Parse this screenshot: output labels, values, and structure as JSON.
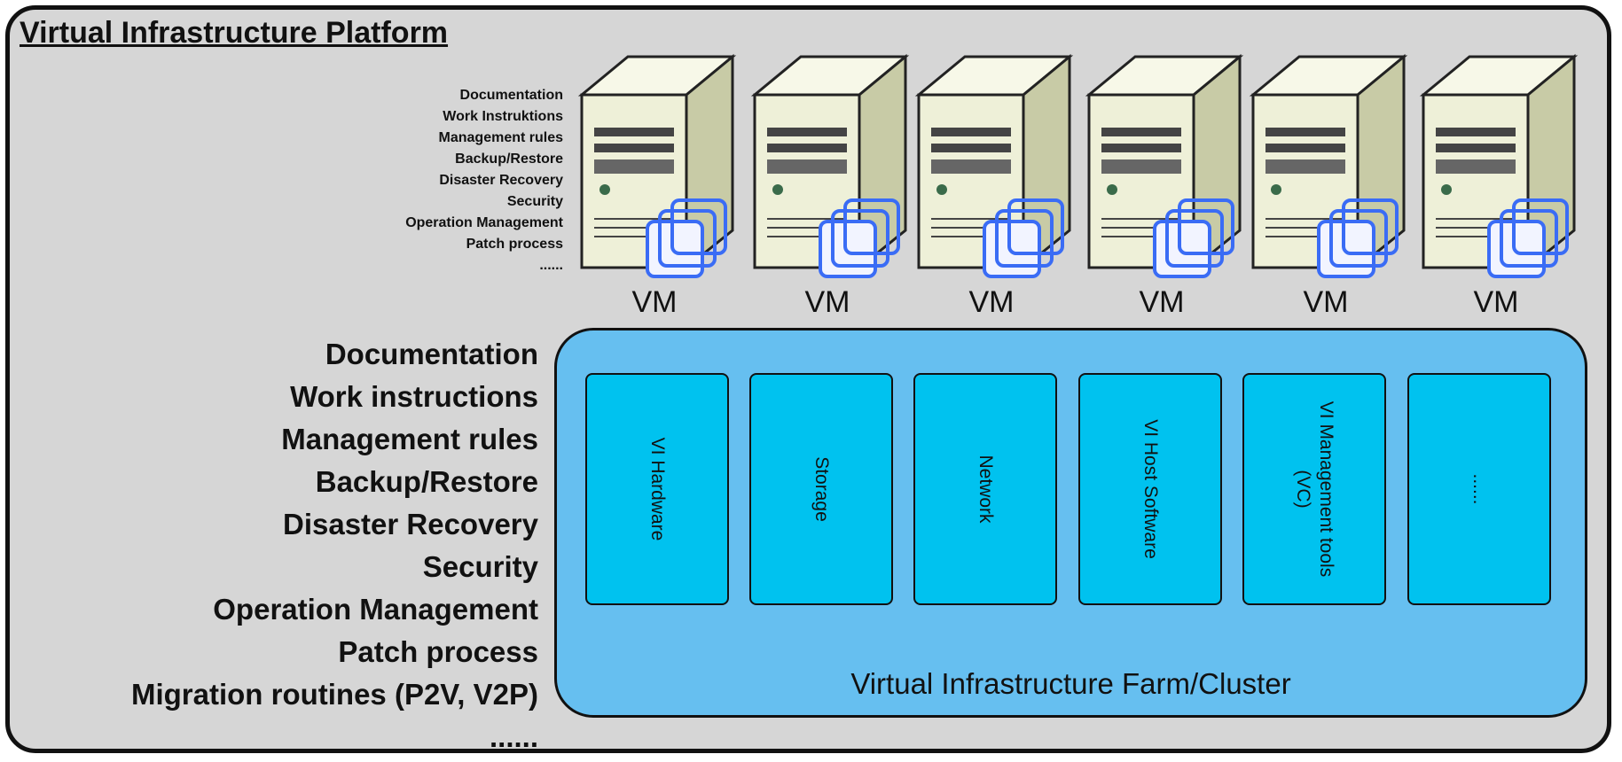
{
  "title": "Virtual Infrastructure Platform",
  "vm_processes": [
    "Documentation",
    "Work Instruktions",
    "Management rules",
    "Backup/Restore",
    "Disaster Recovery",
    "Security",
    "Operation Management",
    "Patch process",
    "......"
  ],
  "platform_processes": [
    "Documentation",
    "Work instructions",
    "Management rules",
    "Backup/Restore",
    "Disaster Recovery",
    "Security",
    "Operation Management",
    "Patch process",
    "Migration routines (P2V, V2P)",
    "......"
  ],
  "vm_label": "VM",
  "cluster": {
    "label": "Virtual Infrastructure Farm/Cluster",
    "components": [
      "VI Hardware",
      "Storage",
      "Network",
      "VI Host Software",
      "VI Management tools (VC)",
      "......"
    ]
  },
  "colors": {
    "platform_bg": "#d6d6d6",
    "cluster_bg": "#66bff0",
    "component_bg": "#00c2ef",
    "server_beige": "#eef0d8",
    "vm_icon_blue": "#3a6cf5"
  }
}
